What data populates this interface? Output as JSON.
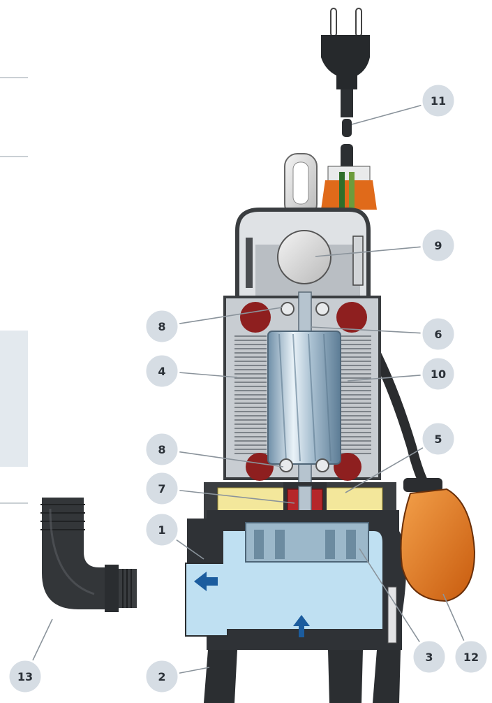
{
  "callouts": [
    {
      "id": "1",
      "label": "1"
    },
    {
      "id": "2",
      "label": "2"
    },
    {
      "id": "3",
      "label": "3"
    },
    {
      "id": "4",
      "label": "4"
    },
    {
      "id": "5",
      "label": "5"
    },
    {
      "id": "6",
      "label": "6"
    },
    {
      "id": "7",
      "label": "7"
    },
    {
      "id": "8a",
      "label": "8"
    },
    {
      "id": "8b",
      "label": "8"
    },
    {
      "id": "9",
      "label": "9"
    },
    {
      "id": "10",
      "label": "10"
    },
    {
      "id": "11",
      "label": "11"
    },
    {
      "id": "12",
      "label": "12"
    },
    {
      "id": "13",
      "label": "13"
    }
  ],
  "colors": {
    "callout_fill": "#d6dde4",
    "callout_stroke": "#ffffff",
    "leader_line": "#8a939b",
    "body_dark": "#2e3236",
    "body_grey": "#c9ced3",
    "water": "#bfe0f2",
    "oil": "#f3e79b",
    "float_orange": "#e8731c",
    "arrow_blue": "#1b5c9e",
    "winding_red": "#8e1f1f",
    "sidebar_panel": "#e3e9ee"
  },
  "icons": {
    "flow_arrow_left": "arrow-left-icon",
    "flow_arrow_up": "arrow-up-icon"
  }
}
